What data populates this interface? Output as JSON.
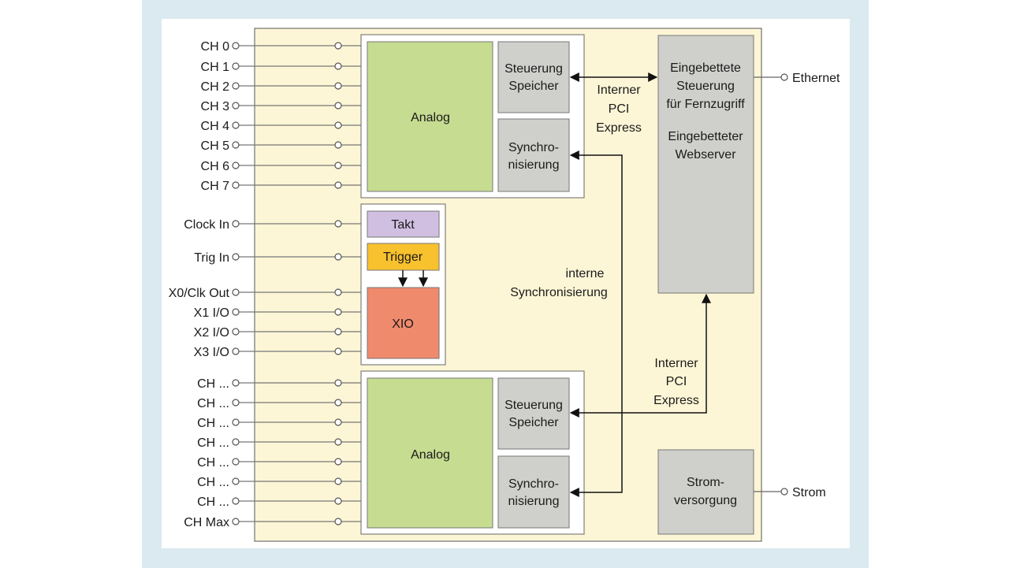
{
  "left_pins": {
    "top_channels": [
      "CH 0",
      "CH 1",
      "CH 2",
      "CH 3",
      "CH 4",
      "CH 5",
      "CH 6",
      "CH 7"
    ],
    "clock_in": "Clock In",
    "trig_in": "Trig In",
    "io_pins": [
      "X0/Clk Out",
      "X1 I/O",
      "X2 I/O",
      "X3 I/O"
    ],
    "bottom_channels": [
      "CH ...",
      "CH ...",
      "CH ...",
      "CH ...",
      "CH ...",
      "CH ...",
      "CH ...",
      "CH Max"
    ]
  },
  "modules": {
    "top": {
      "analog": "Analog",
      "ctrl_line1": "Steuerung",
      "ctrl_line2": "Speicher",
      "sync_line1": "Synchro-",
      "sync_line2": "nisierung"
    },
    "bottom": {
      "analog": "Analog",
      "ctrl_line1": "Steuerung",
      "ctrl_line2": "Speicher",
      "sync_line1": "Synchro-",
      "sync_line2": "nisierung"
    }
  },
  "timing": {
    "takt": "Takt",
    "trigger": "Trigger",
    "xio": "XIO"
  },
  "controller": {
    "line1": "Eingebettete",
    "line2": "Steuerung",
    "line3": "für Fernzugriff",
    "line4": "Eingebetteter",
    "line5": "Webserver"
  },
  "power": {
    "line1": "Strom-",
    "line2": "versorgung"
  },
  "labels": {
    "pci_top": [
      "Interner",
      "PCI",
      "Express"
    ],
    "pci_bottom": [
      "Interner",
      "PCI",
      "Express"
    ],
    "sync": [
      "interne",
      "Synchronisierung"
    ]
  },
  "right_pins": {
    "ethernet": "Ethernet",
    "strom": "Strom"
  },
  "colors": {
    "board": "#fdf6d6",
    "analog": "#c6dc91",
    "gray_block": "#cfd0cc",
    "takt": "#d1bfe2",
    "trigger": "#f8c12e",
    "xio": "#ef8a6c",
    "frame": "#dbeaf0"
  }
}
